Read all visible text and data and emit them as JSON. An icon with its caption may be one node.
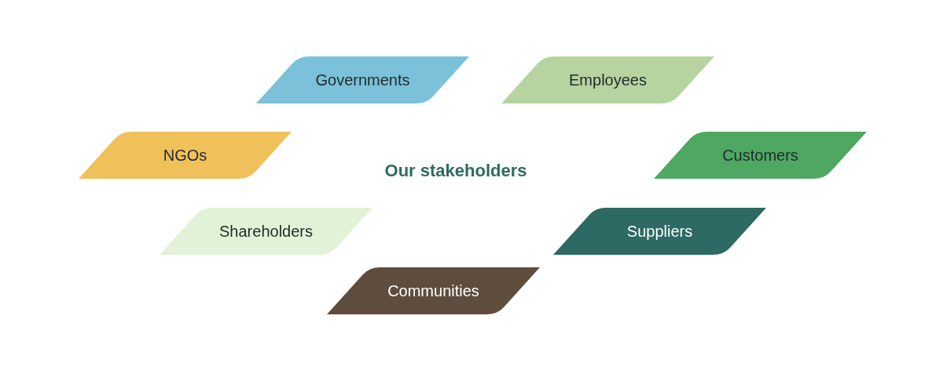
{
  "diagram": {
    "title": "Our stakeholders",
    "nodes": [
      {
        "text": [
          "Governments"
        ]
      },
      {
        "text": [
          "Employees"
        ]
      },
      {
        "text": [
          "NGOs"
        ]
      },
      {
        "text": [
          "Customers"
        ]
      },
      {
        "text": [
          "Shareholders"
        ]
      },
      {
        "text": [
          "Suppliers"
        ]
      },
      {
        "text": [
          "Communities"
        ]
      }
    ]
  }
}
